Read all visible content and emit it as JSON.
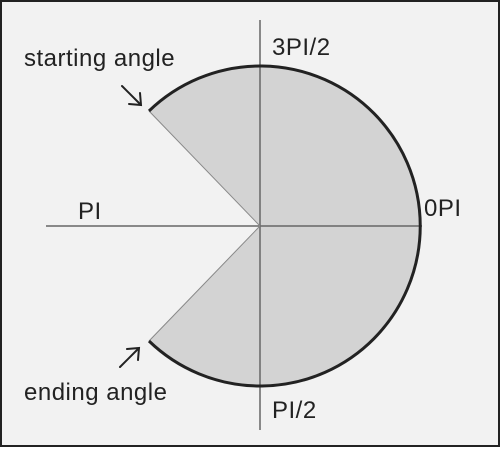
{
  "diagram": {
    "labels": {
      "top": "3PI/2",
      "left": "PI",
      "right": "0PI",
      "bottom": "PI/2",
      "starting_angle": "starting angle",
      "ending_angle": "ending angle"
    },
    "colors": {
      "background": "#f2f2f2",
      "sector_fill": "#d3d3d3",
      "outline": "#222222",
      "axes": "#666666"
    }
  }
}
